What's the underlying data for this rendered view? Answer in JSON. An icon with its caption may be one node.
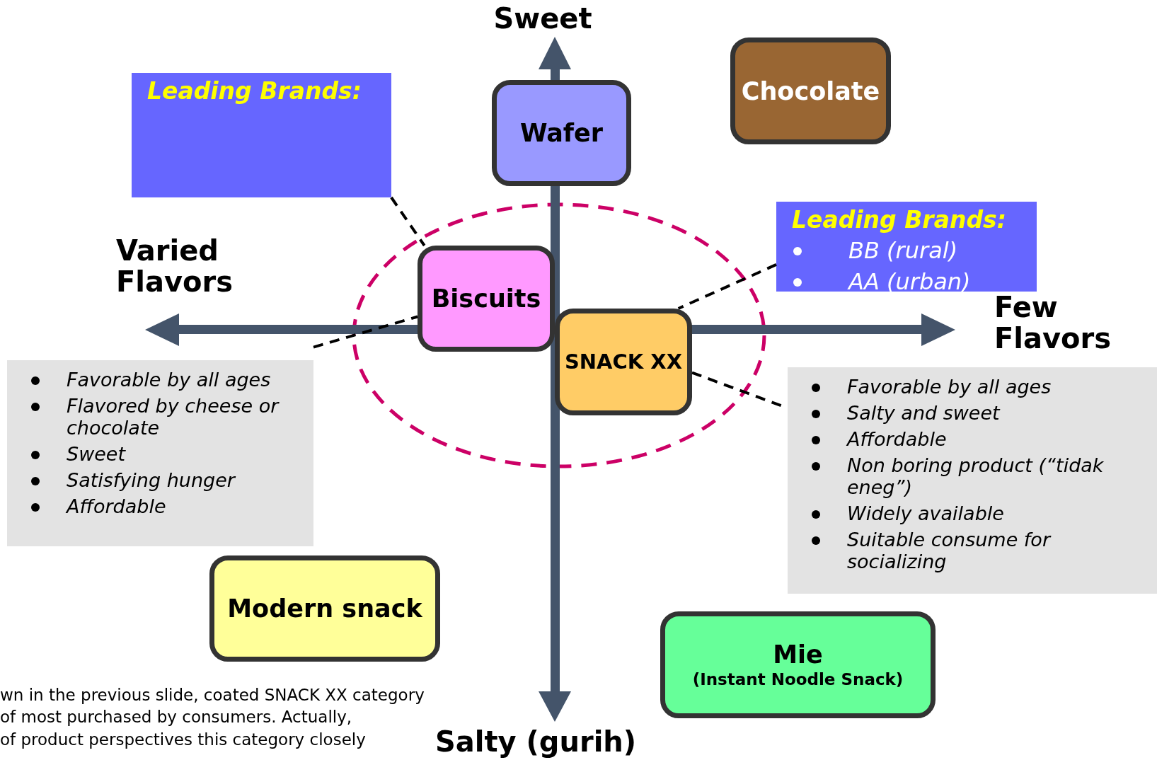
{
  "diagram": {
    "nodes": [
      {
        "text": [
          "Leading Brands:"
        ]
      },
      {
        "text": [
          "Wafer"
        ]
      },
      {
        "text": [
          "Chocolate"
        ]
      },
      {
        "text": [
          "Leading Brands:",
          "BB (rural)",
          "AA (urban)"
        ]
      },
      {
        "text": [
          "Biscuits"
        ]
      },
      {
        "text": [
          "SNACK XX"
        ]
      },
      {
        "text": [
          "Favorable by all ages",
          "Flavored by cheese or chocolate",
          "Sweet",
          "Satisfying hunger",
          "Affordable"
        ]
      },
      {
        "text": [
          "Favorable by all ages",
          "Salty and sweet",
          "Affordable",
          "Non boring product (“tidak eneg”)",
          "Widely available",
          "Suitable consume for socializing"
        ]
      },
      {
        "text": [
          "Modern snack"
        ]
      },
      {
        "text": [
          "Mie",
          "(Instant Noodle Snack)"
        ]
      }
    ],
    "edges": [
      {
        "from": 0,
        "to": 4,
        "arrow": "none",
        "style": "dashed"
      },
      {
        "from": 6,
        "to": 4,
        "arrow": "none",
        "style": "dashed"
      },
      {
        "from": 3,
        "to": 5,
        "arrow": "none",
        "style": "dashed"
      },
      {
        "from": 5,
        "to": 7,
        "arrow": "none",
        "style": "dashed"
      }
    ],
    "labels": [
      "Sweet",
      "Varied Flavors",
      "Few Flavors",
      "Salty (gurih)",
      "wn in the previous slide, coated SNACK XX category",
      "of most purchased by consumers. Actually,",
      "of product perspectives this category closely"
    ]
  }
}
